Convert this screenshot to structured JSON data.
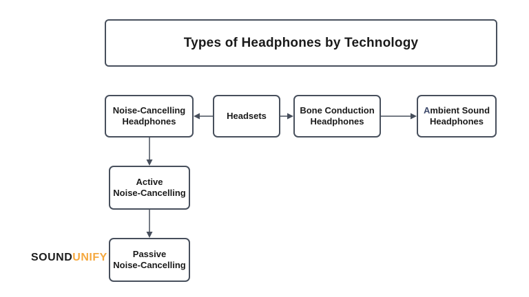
{
  "title": {
    "label": "Types of Headphones by Technology"
  },
  "nodes": {
    "noise_cancelling": {
      "line1": "Noise-Cancelling",
      "line2": "Headphones"
    },
    "headsets": {
      "line1": "Headsets"
    },
    "bone_conduction": {
      "line1": "Bone Conduction",
      "line2": "Headphones"
    },
    "ambient_sound": {
      "accent": "A",
      "line1_rest": "mbient Sound",
      "line2": "Headphones"
    },
    "active": {
      "line1": "Active",
      "line2": "Noise-Cancelling"
    },
    "passive": {
      "line1": "Passive",
      "line2": "Noise-Cancelling"
    }
  },
  "connectors": [
    {
      "from": "Headsets",
      "to": "Noise-Cancelling Headphones",
      "direction": "left"
    },
    {
      "from": "Headsets",
      "to": "Bone Conduction Headphones",
      "direction": "right"
    },
    {
      "from": "Bone Conduction Headphones",
      "to": "Ambient Sound Headphones",
      "direction": "right"
    },
    {
      "from": "Noise-Cancelling Headphones",
      "to": "Active Noise-Cancelling",
      "direction": "down"
    },
    {
      "from": "Active Noise-Cancelling",
      "to": "Passive Noise-Cancelling",
      "direction": "down"
    }
  ],
  "logo": {
    "part1": "SOUND",
    "part2": "UNIFY"
  },
  "colors": {
    "box_border": "#474f5c",
    "arrow": "#474f5c",
    "text": "#1a1a1a",
    "ambient_accent_letter": "#3e4a6b",
    "logo_sound": "#1c1c1c",
    "logo_unify": "#f5a83e",
    "background": "#ffffff"
  }
}
